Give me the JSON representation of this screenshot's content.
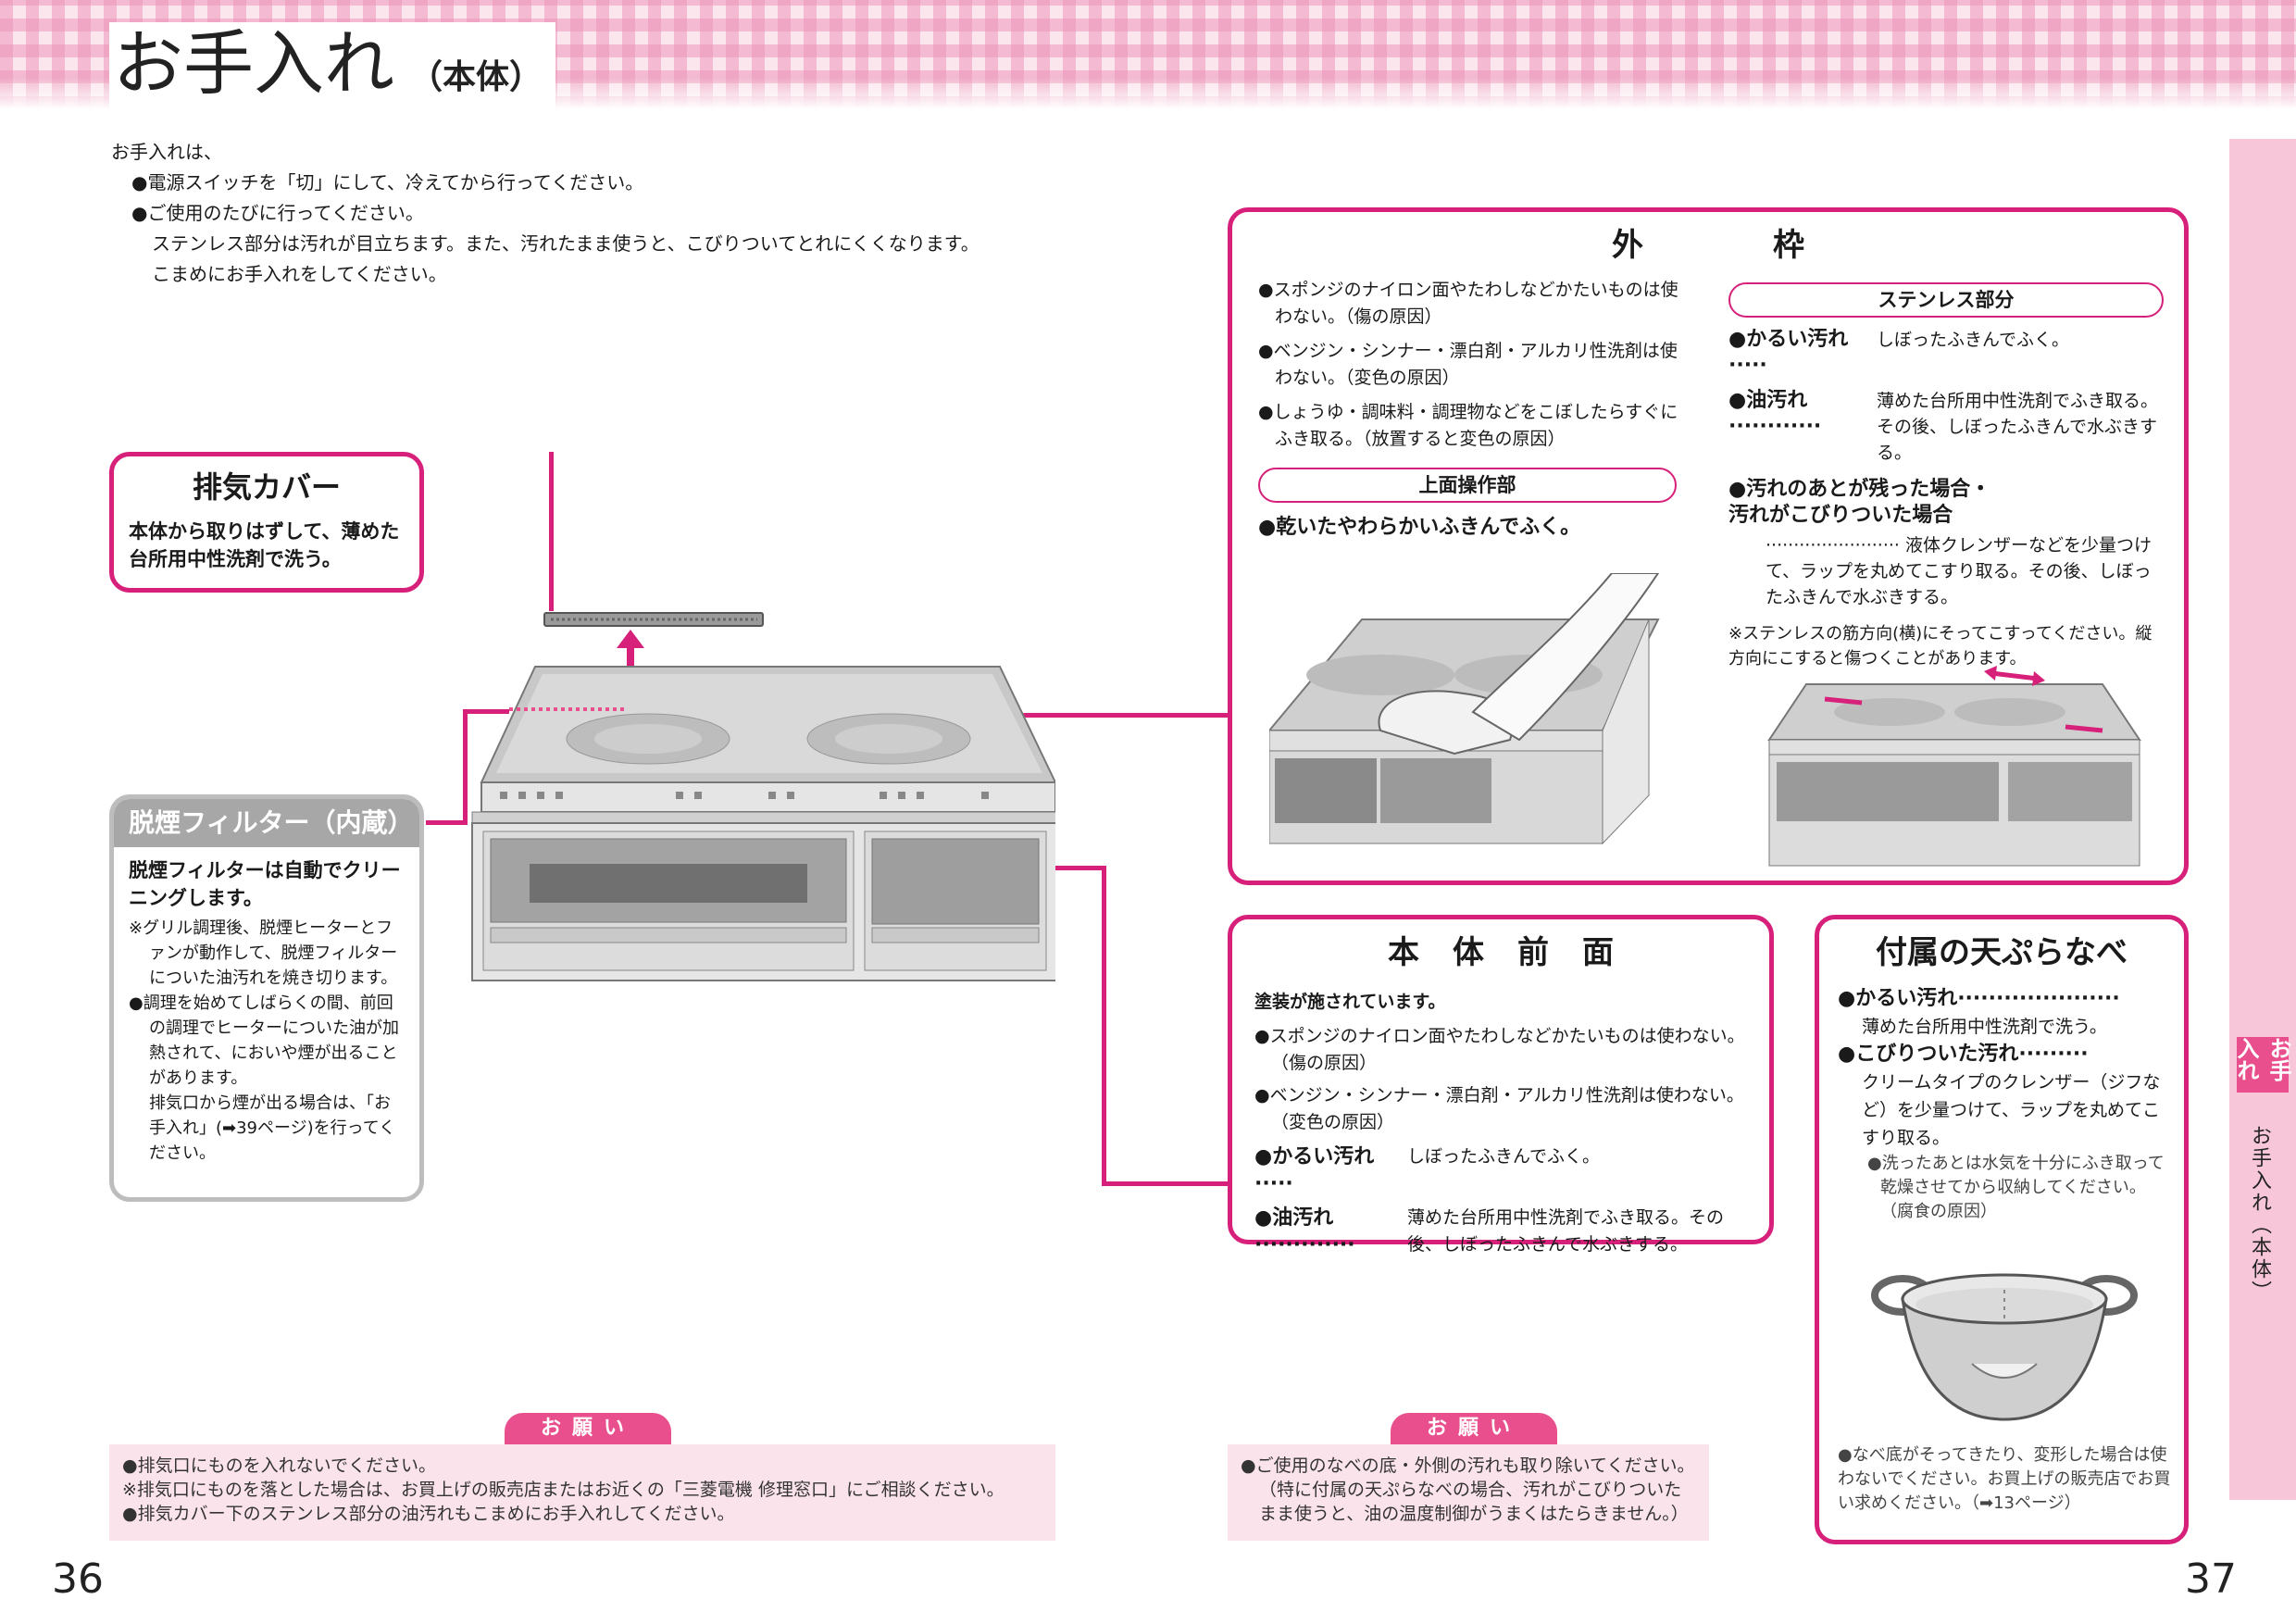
{
  "header": {
    "title": "お手入れ",
    "subtitle": "（本体）"
  },
  "intro": {
    "heading": "お手入れは、",
    "items": [
      "●電源スイッチを「切」にして、冷えてから行ってください。",
      "●ご使用のたびに行ってください。",
      "ステンレス部分は汚れが目立ちます。また、汚れたまま使うと、こびりついてとれにくくなります。",
      "こまめにお手入れをしてください。"
    ]
  },
  "exhaust_cover": {
    "title": "排気カバー",
    "text": "本体から取りはずして、薄めた台所用中性洗剤で洗う。"
  },
  "smoke_filter": {
    "title": "脱煙フィルター（内蔵）",
    "lead": "脱煙フィルターは自動でクリーニングします。",
    "notes": [
      "※グリル調理後、脱煙ヒーターとファンが動作して、脱煙フィルターについた油汚れを焼き切ります。",
      "●調理を始めてしばらくの間、前回の調理でヒーターについた油が加熱されて、においや煙が出ることがあります。",
      "排気口から煙が出る場合は、「お手入れ」(➡39ページ)を行ってください。"
    ]
  },
  "outer_frame": {
    "title": "外枠",
    "cautions": [
      "●スポンジのナイロン面やたわしなどかたいものは使わない。（傷の原因）",
      "●ベンジン・シンナー・漂白剤・アルカリ性洗剤は使わない。（変色の原因）",
      "●しょうゆ・調味料・調理物などをこぼしたらすぐにふき取る。（放置すると変色の原因）"
    ],
    "top_panel_label": "上面操作部",
    "top_panel_text": "●乾いたやわらかいふきんでふく。",
    "stainless_label": "ステンレス部分",
    "light_dirt_term": "●かるい汚れ·····",
    "light_dirt_text": "しぼったふきんでふく。",
    "oil_term": "●油汚れ············",
    "oil_text": "薄めた台所用中性洗剤でふき取る。その後、しぼったふきんで水ぶきする。",
    "stuck_term": "●汚れのあとが残った場合・汚れがこびりついた場合",
    "stuck_text": "························ 液体クレンザーなどを少量つけて、ラップを丸めてこすり取る。その後、しぼったふきんで水ぶきする。",
    "direction_note": "※ステンレスの筋方向(横)にそってこすってください。縦方向にこすると傷つくことがあります。"
  },
  "body_front": {
    "title": "本体前面",
    "lead": "塗装が施されています。",
    "cautions": [
      "●スポンジのナイロン面やたわしなどかたいものは使わない。（傷の原因）",
      "●ベンジン・シンナー・漂白剤・アルカリ性洗剤は使わない。（変色の原因）"
    ],
    "light_dirt_term": "●かるい汚れ·····",
    "light_dirt_text": "しぼったふきんでふく。",
    "oil_term": "●油汚れ·············",
    "oil_text": "薄めた台所用中性洗剤でふき取る。その後、しぼったふきんで水ぶきする。"
  },
  "tempura_pan": {
    "title": "付属の天ぷらなべ",
    "light_dirt_term": "●かるい汚れ·····················",
    "light_dirt_text": "薄めた台所用中性洗剤で洗う。",
    "stuck_term": "●こびりついた汚れ·········",
    "stuck_text": "クリームタイプのクレンザー（ジフなど）を少量つけて、ラップを丸めてこすり取る。",
    "after_wash": "●洗ったあとは水気を十分にふき取って乾燥させてから収納してください。（腐食の原因）",
    "note": "●なべ底がそってきたり、変形した場合は使わないでください。お買上げの販売店でお買い求めください。（➡13ページ）"
  },
  "request_left": {
    "label": "お願い",
    "items": [
      "●排気口にものを入れないでください。",
      "※排気口にものを落とした場合は、お買上げの販売店またはお近くの「三菱電機 修理窓口」にご相談ください。",
      "●排気カバー下のステンレス部分の油汚れもこまめにお手入れしてください。"
    ]
  },
  "request_right": {
    "label": "お願い",
    "items": [
      "●ご使用のなべの底・外側の汚れも取り除いてください。",
      "（特に付属の天ぷらなべの場合、汚れがこびりついたまま使うと、油の温度制御がうまくはたらきません。）"
    ]
  },
  "side_tab": {
    "label": "お手入れ",
    "text": "お手入れ（本体）"
  },
  "page_numbers": {
    "left": "36",
    "right": "37"
  },
  "colors": {
    "accent": "#d7207a",
    "tab_pink": "#f7c6d8",
    "request_bg": "#fbe3ec",
    "filter_gray": "#a7a7a7"
  },
  "icons": [
    "up-arrow-icon",
    "double-arrow-icon",
    "page-ref-arrow-icon"
  ]
}
